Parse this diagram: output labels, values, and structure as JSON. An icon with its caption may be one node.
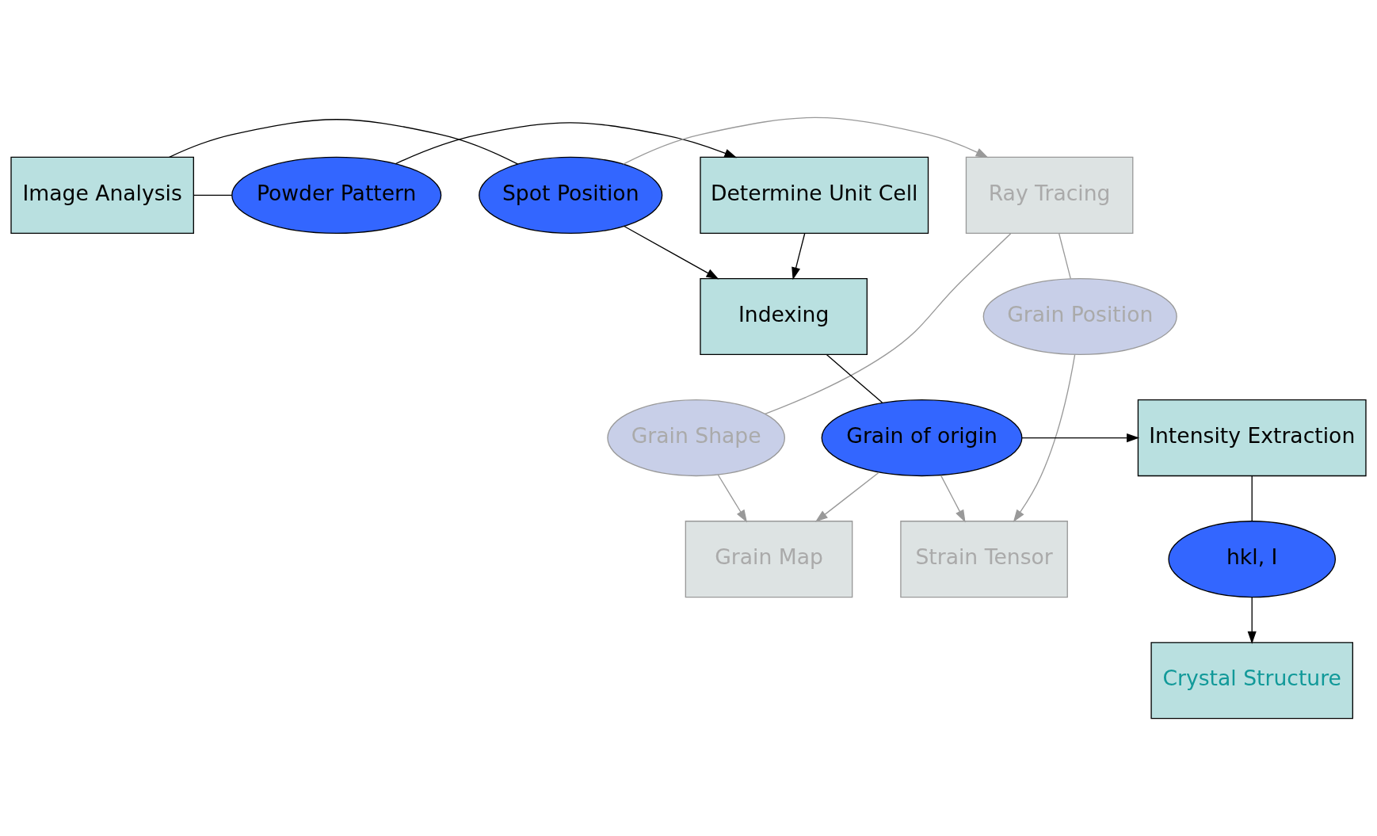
{
  "diagram": {
    "nodes": [
      {
        "text": [
          "Determine Unit Cell"
        ]
      },
      {
        "text": [
          "Powder Pattern"
        ]
      },
      {
        "text": [
          "Image Analysis"
        ]
      },
      {
        "text": [
          "Spot Position"
        ]
      },
      {
        "text": [
          "Ray Tracing"
        ]
      },
      {
        "text": [
          "Indexing"
        ]
      },
      {
        "text": [
          "Grain Position"
        ]
      },
      {
        "text": [
          "Intensity Extraction"
        ]
      },
      {
        "text": [
          "Grain of origin"
        ]
      },
      {
        "text": [
          "Grain Shape"
        ]
      },
      {
        "text": [
          "hkl, I"
        ]
      },
      {
        "text": [
          "Grain Map"
        ]
      },
      {
        "text": [
          "Crystal Structure"
        ]
      },
      {
        "text": [
          "Strain Tensor"
        ]
      }
    ],
    "edges": [
      {
        "from": 1,
        "to": 0,
        "arrow": "to"
      },
      {
        "from": 2,
        "to": 1,
        "arrow": "none"
      },
      {
        "from": 2,
        "to": 3,
        "arrow": "none"
      },
      {
        "from": 3,
        "to": 4,
        "arrow": "to",
        "color": "#999999"
      },
      {
        "from": 0,
        "to": 5,
        "arrow": "to"
      },
      {
        "from": 3,
        "to": 5,
        "arrow": "to"
      },
      {
        "from": 5,
        "to": 8,
        "arrow": "none"
      },
      {
        "from": 8,
        "to": 7,
        "arrow": "to"
      },
      {
        "from": 7,
        "to": 10,
        "arrow": "none"
      },
      {
        "from": 10,
        "to": 12,
        "arrow": "to"
      },
      {
        "from": 8,
        "to": 11,
        "arrow": "to",
        "color": "#999999"
      },
      {
        "from": 8,
        "to": 13,
        "arrow": "to",
        "color": "#999999"
      },
      {
        "from": 4,
        "to": 9,
        "arrow": "none",
        "color": "#999999"
      },
      {
        "from": 4,
        "to": 6,
        "arrow": "none",
        "color": "#999999"
      },
      {
        "from": 9,
        "to": 11,
        "arrow": "to",
        "color": "#999999"
      },
      {
        "from": 6,
        "to": 13,
        "arrow": "to",
        "color": "#999999"
      }
    ]
  }
}
